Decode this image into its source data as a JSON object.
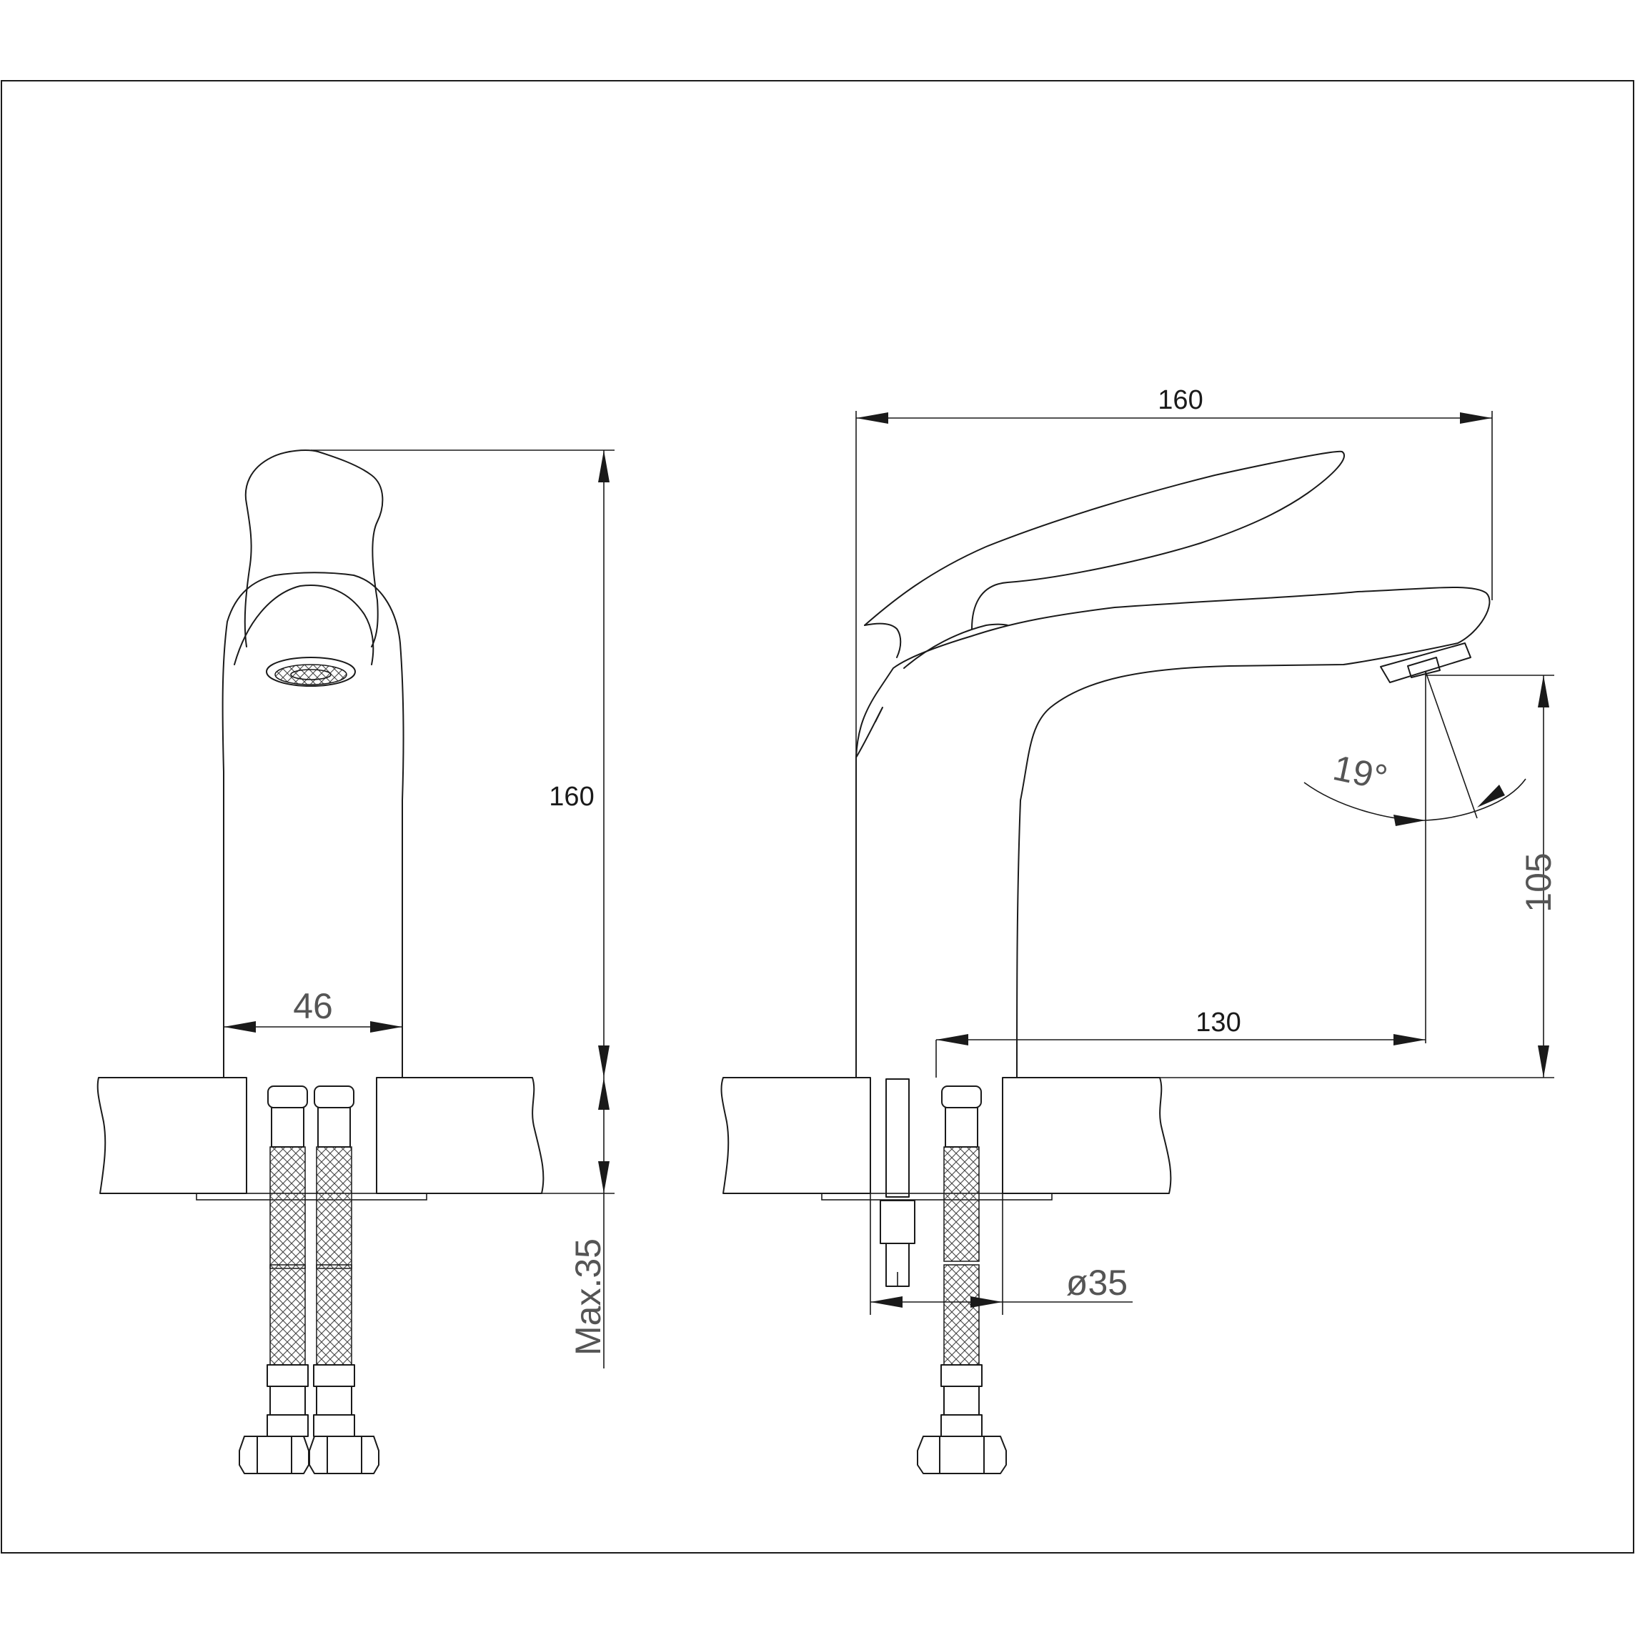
{
  "dimensions": {
    "front_height": "160",
    "front_width": "46",
    "max_thickness": "Max.35",
    "side_length": "160",
    "spout_reach": "130",
    "spout_height": "105",
    "spout_angle": "19°",
    "hole_diameter": "ø35"
  }
}
